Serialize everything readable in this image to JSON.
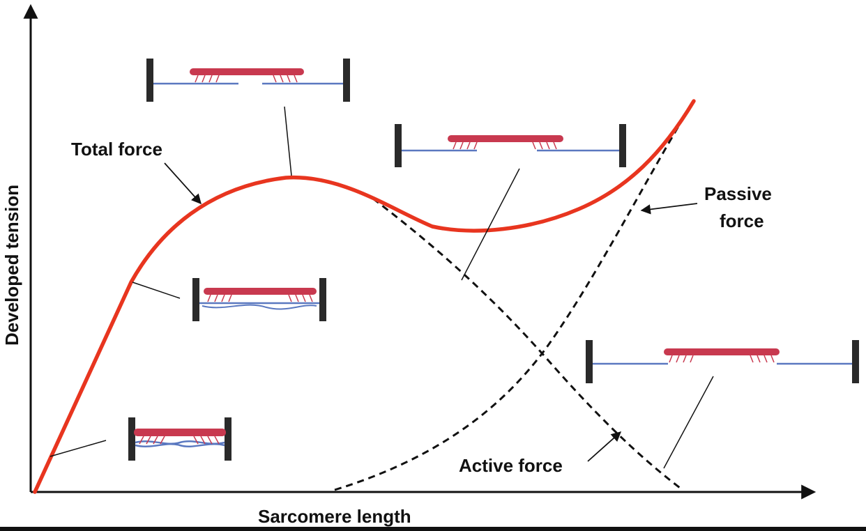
{
  "axes": {
    "x_label": "Sarcomere length",
    "y_label": "Developed tension"
  },
  "labels": {
    "total_force": "Total force",
    "passive_force_line1": "Passive",
    "passive_force_line2": "force",
    "active_force": "Active force"
  },
  "colors": {
    "total_force_curve": "#e8351f",
    "myosin_filament": "#c8394f",
    "actin_filament": "#5a78c0",
    "z_disc": "#2a2a2a",
    "axis": "#111111"
  },
  "icons": {
    "sarcomere_diagram": "sarcomere-icon"
  }
}
